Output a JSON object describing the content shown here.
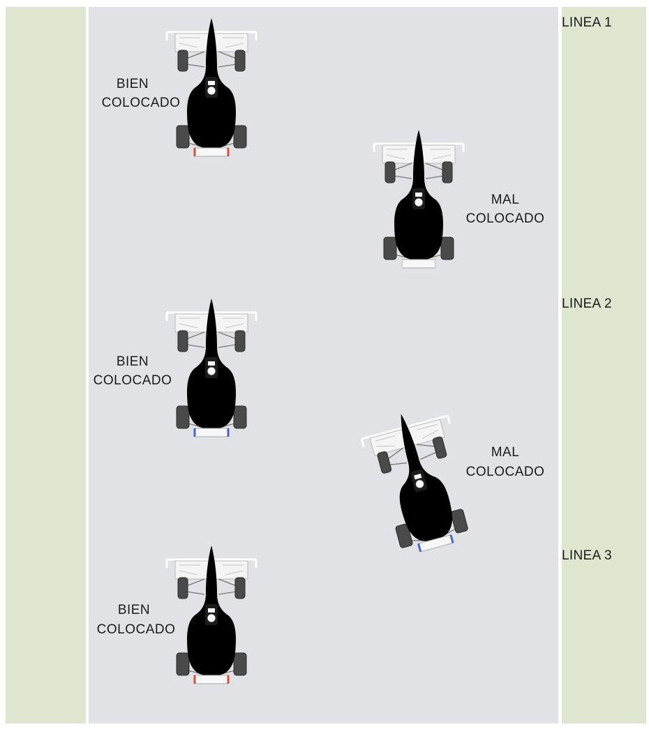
{
  "colors": {
    "grass": "#dfe6d0",
    "track": "#e1e2e5",
    "track_edge": "#ffffff",
    "red_body": "#d9503a",
    "red_highlight": "#f6a98f",
    "blue_body": "#2b3fa0",
    "blue_highlight": "#7e8fdc",
    "white_body": "#ececec",
    "white_highlight": "#ffffff",
    "tire": "#4a4a4a",
    "wing": "#f4f4f4"
  },
  "lines": [
    {
      "id": "line-1",
      "text": "LINEA 1"
    },
    {
      "id": "line-2",
      "text": "LINEA 2"
    },
    {
      "id": "line-3",
      "text": "LINEA 3"
    }
  ],
  "cars": [
    {
      "id": "car-red-top",
      "color": "red",
      "label_line1": "BIEN",
      "label_line2": "COLOCADO",
      "status": "well-positioned"
    },
    {
      "id": "car-white",
      "color": "white",
      "label_line1": "MAL",
      "label_line2": "COLOCADO",
      "status": "badly-positioned"
    },
    {
      "id": "car-blue-left",
      "color": "blue",
      "label_line1": "BIEN",
      "label_line2": "COLOCADO",
      "status": "well-positioned"
    },
    {
      "id": "car-blue-angled",
      "color": "blue",
      "label_line1": "MAL",
      "label_line2": "COLOCADO",
      "status": "badly-positioned"
    },
    {
      "id": "car-red-bottom",
      "color": "red",
      "label_line1": "BIEN",
      "label_line2": "COLOCADO",
      "status": "well-positioned"
    }
  ]
}
